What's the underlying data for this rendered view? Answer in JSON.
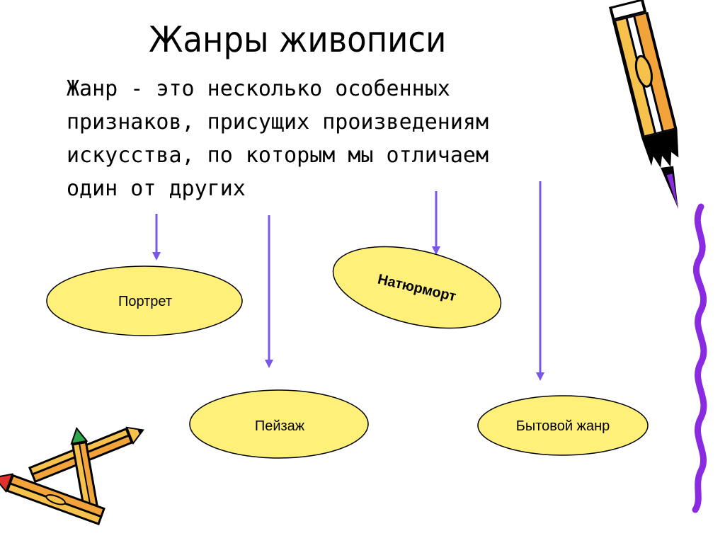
{
  "slide": {
    "title": "Жанры живописи",
    "definition": "Жанр - это несколько особенных\nпризнаков, присущих произведениям\nискусства, по которым мы отличаем\nодин от других"
  },
  "nodes": [
    {
      "id": "portrait",
      "label": "Портрет",
      "bold": false
    },
    {
      "id": "landscape",
      "label": "Пейзаж",
      "bold": false
    },
    {
      "id": "still-life",
      "label": "Натюрморт",
      "bold": true
    },
    {
      "id": "genre",
      "label": "Бытовой жанр",
      "bold": false
    }
  ],
  "colors": {
    "ellipse_fill": "#fff07a",
    "ellipse_stroke": "#000000",
    "arrow": "#7a58e6",
    "pencil_body": "#f7c24c",
    "pencil_dark": "#000000",
    "wavy_line": "#8a2be2",
    "pencil_red": "#e0322a",
    "pencil_green": "#2ea84a"
  },
  "icons": {
    "top_right": "pencil-icon",
    "bottom_left": "crossed-pencils-icon"
  }
}
